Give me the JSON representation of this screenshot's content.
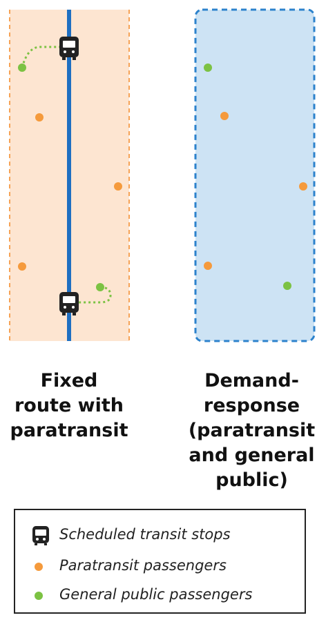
{
  "panels": {
    "left": {
      "caption_lines": [
        "Fixed",
        "route with",
        "paratransit"
      ],
      "fill": "#fde5d1",
      "border": "#f6a255",
      "route_color": "#1e6fc1"
    },
    "right": {
      "caption_lines": [
        "Demand-",
        "response",
        "(paratransit",
        "and general",
        "public)"
      ],
      "fill": "#cde3f4",
      "border": "#2c82cc"
    }
  },
  "colors": {
    "paratransit": "#f59a3c",
    "general_public": "#7cc243",
    "walk_path": "#7cc243",
    "stop_icon": "#222222"
  },
  "legend": {
    "items": [
      {
        "icon": "bus-stop-icon",
        "label": "Scheduled transit stops"
      },
      {
        "icon": "paratransit-dot",
        "label": "Paratransit passengers"
      },
      {
        "icon": "general-public-dot",
        "label": "General public passengers"
      }
    ]
  }
}
